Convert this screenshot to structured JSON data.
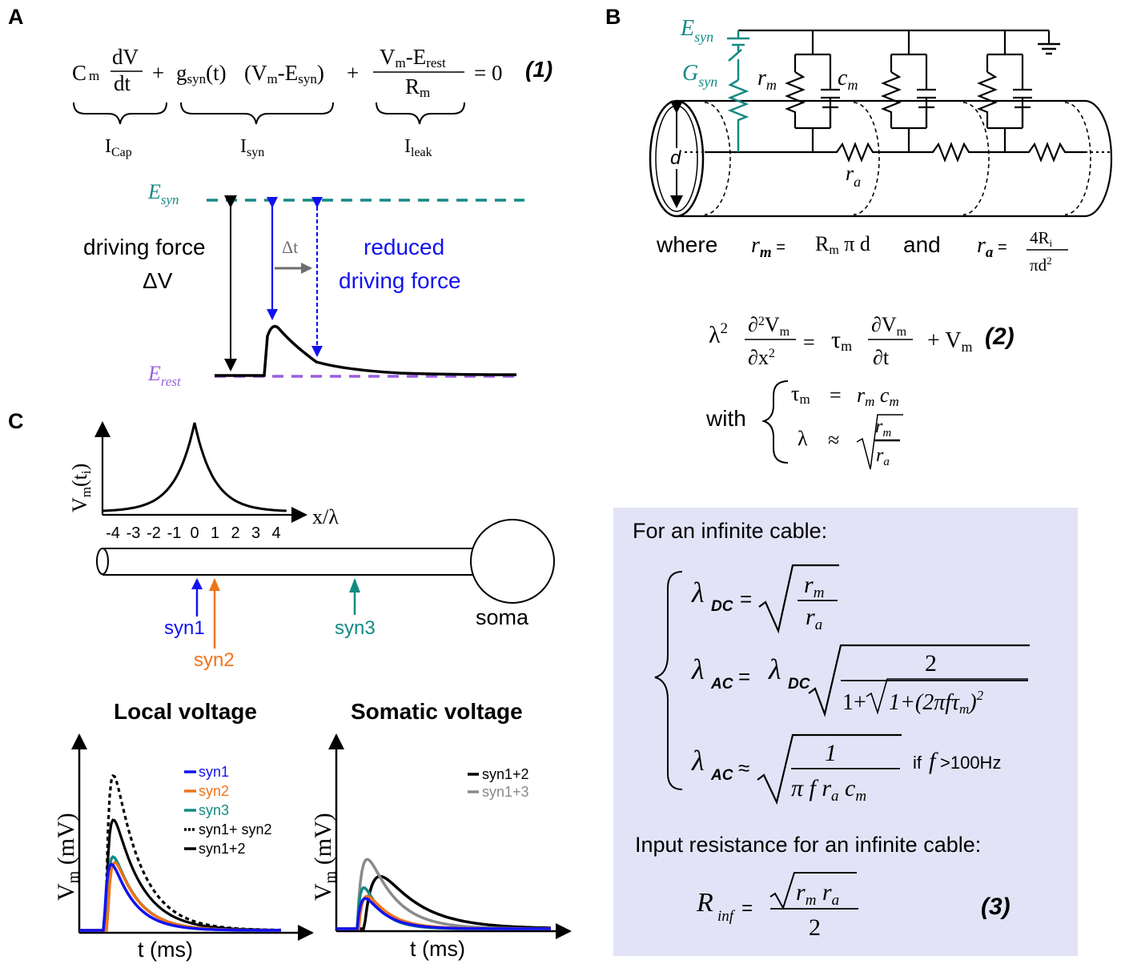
{
  "colors": {
    "teal": "#138a84",
    "purple": "#9a5fe0",
    "blue": "#1212f0",
    "orange": "#f0741a",
    "gray": "#8a8a8a",
    "box_bg": "#e3e3f7"
  },
  "panel_a": {
    "label": "A",
    "eq_number": "(1)",
    "eq_zero": "= 0",
    "terms": {
      "cap": "Cap",
      "syn": "syn",
      "leak": "leak"
    },
    "driving_force": "driving force",
    "delta_v": "ΔV",
    "reduced_line1": "reduced",
    "reduced_line2": "driving force",
    "delta_t": "Δt"
  },
  "panel_b": {
    "label": "B",
    "where": "where",
    "and": "and",
    "eq_number": "(2)",
    "with": "with"
  },
  "panel_c": {
    "label": "C",
    "xaxis": "x/λ",
    "ticks": [
      "-4",
      "-3",
      "-2",
      "-1",
      "0",
      "1",
      "2",
      "3",
      "4"
    ],
    "soma": "soma",
    "syn_labels": [
      "syn1",
      "syn2",
      "syn3"
    ],
    "local_title": "Local voltage",
    "somatic_title": "Somatic voltage",
    "t_label": "t (ms)",
    "local_legend": [
      "syn1",
      "syn2",
      "syn3",
      "syn1+ syn2",
      "syn1+2"
    ],
    "somatic_legend": [
      "syn1+2",
      "syn1+3"
    ]
  },
  "box": {
    "infinite_cable": "For an infinite cable:",
    "if_condition": ">100Hz",
    "input_resistance": "Input resistance for an infinite cable:",
    "eq_number": "(3)"
  }
}
